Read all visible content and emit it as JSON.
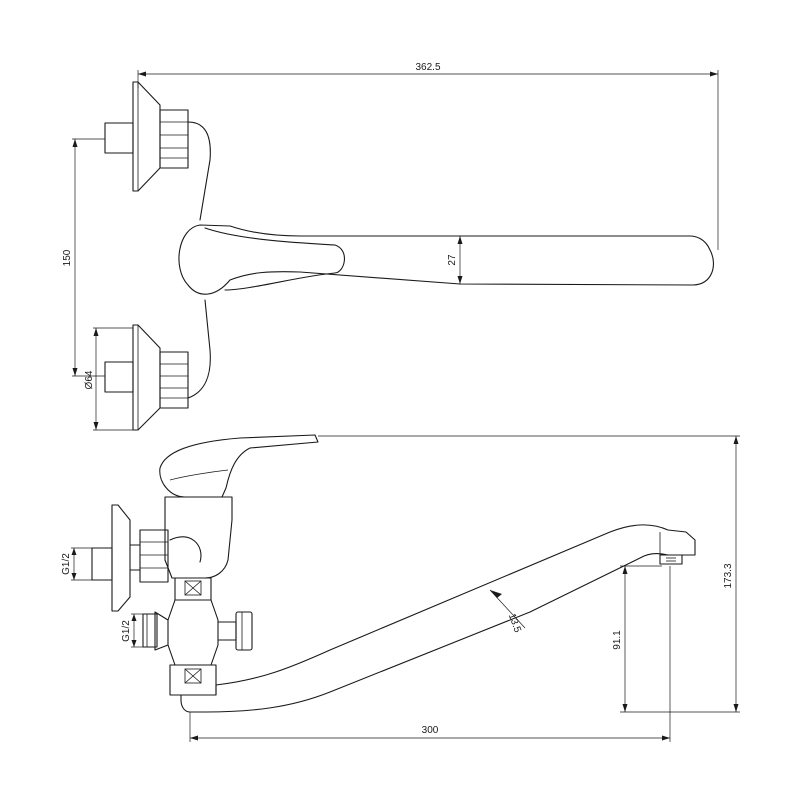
{
  "dimensions": {
    "overall_length": "362.5",
    "inlet_spacing": "150",
    "spout_width": "27",
    "flange_diameter": "Ø64",
    "thread_upper": "G1/2",
    "thread_lower": "G1/2",
    "spout_diameter": "13.5",
    "spout_reach": "300",
    "spout_height": "91.1",
    "overall_height": "173.3"
  }
}
